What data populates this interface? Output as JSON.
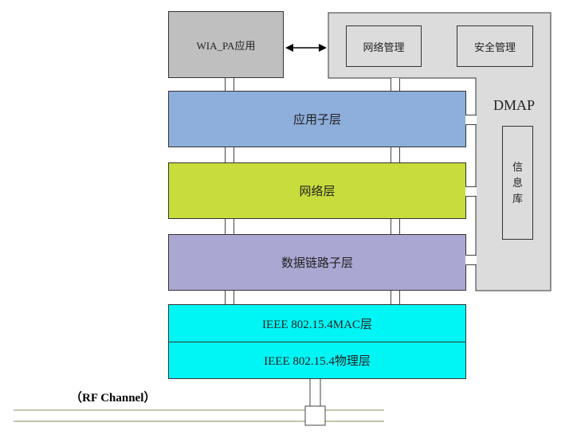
{
  "wia_pa_app": "WIA_PA应用",
  "dmap": {
    "title": "DMAP",
    "network_mgmt": "网络管理",
    "security_mgmt": "安全管理",
    "info_base": "信\n息\n库"
  },
  "layers": {
    "application_sublayer": "应用子层",
    "network_layer": "网络层",
    "data_link_sublayer": "数据链路子层",
    "mac_layer": "IEEE 802.15.4MAC层",
    "physical_layer": "IEEE 802.15.4物理层"
  },
  "rf_channel": "（RF Channel）",
  "colors": {
    "app_box": "#bfbfbf",
    "dmap_bg": "#dcdcdc",
    "application_sublayer": "#8eaedc",
    "network_layer": "#c8dc3c",
    "data_link_sublayer": "#aaa8d2",
    "ieee": "#00f5f5"
  }
}
